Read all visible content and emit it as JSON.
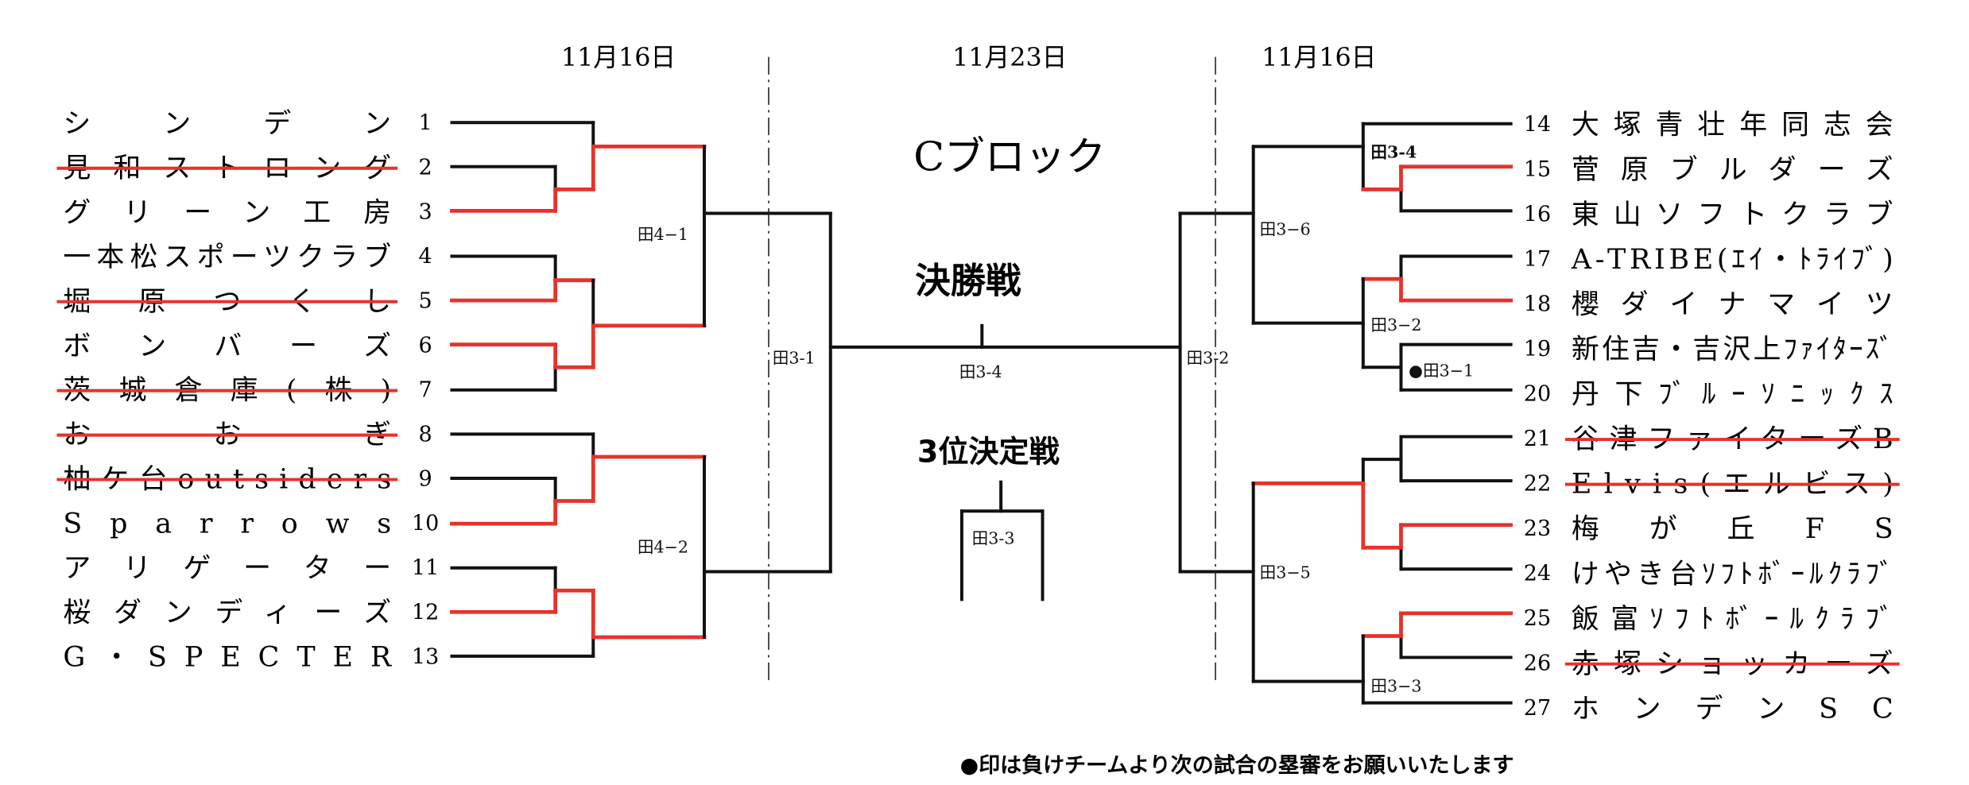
{
  "headers": {
    "left_date": "11月16日",
    "center_date": "11月23日",
    "right_date": "11月16日"
  },
  "block_title": "Cブロック",
  "final_label": "決勝戦",
  "third_place_label": "3位決定戦",
  "footer_note": "●印は負けチームより次の試合の塁審をお願いいたします",
  "match_labels": {
    "left_41": "田4−1",
    "left_42": "田4−2",
    "left_31": "田3-1",
    "final": "田3-4",
    "third": "田3-3",
    "right_34": "田3-4",
    "right_36": "田3−6",
    "right_32a": "田3−2",
    "right_31": "●田3−1",
    "right_32": "田3-2",
    "right_35": "田3−5",
    "right_33": "田3−3"
  },
  "colors": {
    "line": "#111111",
    "winner": "#e8312a"
  },
  "left_teams": [
    {
      "no": "1",
      "name": "シンデン",
      "eliminated": false
    },
    {
      "no": "2",
      "name": "見和ストロング",
      "eliminated": true
    },
    {
      "no": "3",
      "name": "グリーン工房",
      "eliminated": false
    },
    {
      "no": "4",
      "name": "一本松スポーツクラブ",
      "eliminated": false
    },
    {
      "no": "5",
      "name": "堀原つくし",
      "eliminated": true
    },
    {
      "no": "6",
      "name": "ボンバーズ",
      "eliminated": false
    },
    {
      "no": "7",
      "name": "茨城倉庫(株)",
      "eliminated": true
    },
    {
      "no": "8",
      "name": "おおぎ",
      "eliminated": true
    },
    {
      "no": "9",
      "name": "柚ケ台outsiders",
      "eliminated": true
    },
    {
      "no": "10",
      "name": "Sparrows",
      "eliminated": false
    },
    {
      "no": "11",
      "name": "アリゲーター",
      "eliminated": false
    },
    {
      "no": "12",
      "name": "桜ダンディーズ",
      "eliminated": false
    },
    {
      "no": "13",
      "name": "G・SPECTER",
      "eliminated": false
    }
  ],
  "right_teams": [
    {
      "no": "14",
      "name": "大塚青壮年同志会",
      "eliminated": false
    },
    {
      "no": "15",
      "name": "菅原ブルダーズ",
      "eliminated": false
    },
    {
      "no": "16",
      "name": "東山ソフトクラブ",
      "eliminated": false
    },
    {
      "no": "17",
      "name": "A-TRIBE(ｴｲ・ﾄﾗｲﾌﾞ)",
      "eliminated": false
    },
    {
      "no": "18",
      "name": "櫻ダイナマイツ",
      "eliminated": false
    },
    {
      "no": "19",
      "name": "新住吉・吉沢上ﾌｧｲﾀｰｽﾞ",
      "eliminated": false
    },
    {
      "no": "20",
      "name": "丹下ﾌﾞﾙｰｿﾆｯｸｽ",
      "eliminated": false
    },
    {
      "no": "21",
      "name": "谷津ファイターズB",
      "eliminated": true
    },
    {
      "no": "22",
      "name": "Elvis(エルビス)",
      "eliminated": true
    },
    {
      "no": "23",
      "name": "梅が丘FS",
      "eliminated": false
    },
    {
      "no": "24",
      "name": "けやき台ｿﾌﾄﾎﾞｰﾙｸﾗﾌﾞ",
      "eliminated": false
    },
    {
      "no": "25",
      "name": "飯富ｿﾌﾄﾎﾞｰﾙｸﾗﾌﾞ",
      "eliminated": false
    },
    {
      "no": "26",
      "name": "赤塚ショッカーズ",
      "eliminated": true
    },
    {
      "no": "27",
      "name": "ホンデンSC",
      "eliminated": false
    }
  ]
}
